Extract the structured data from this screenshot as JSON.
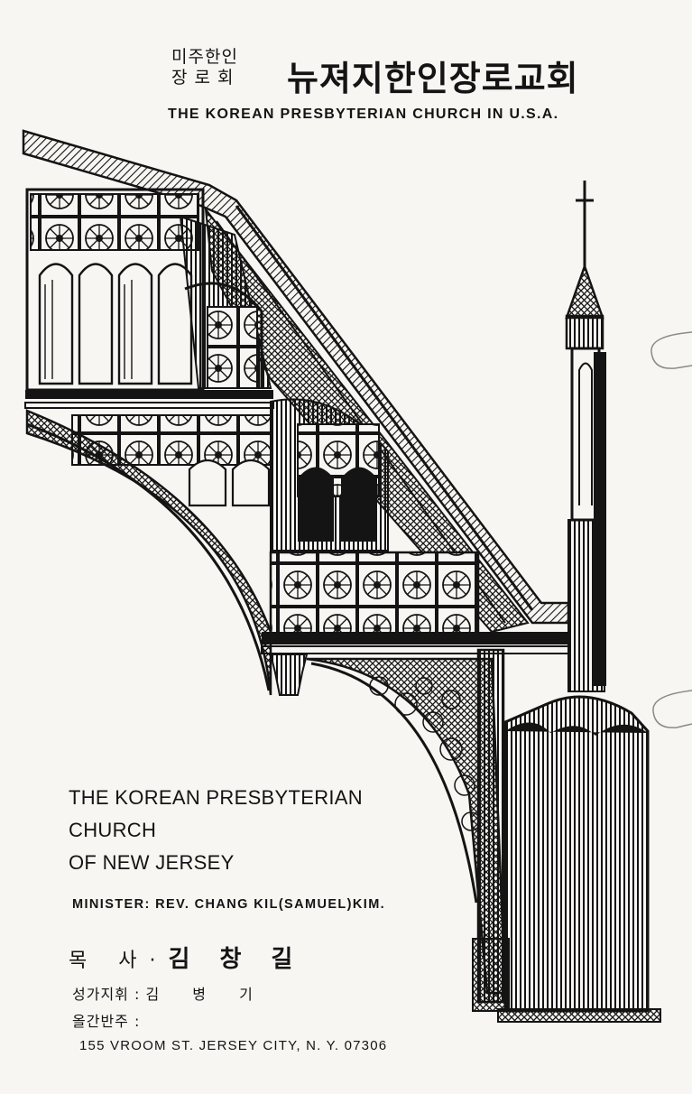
{
  "header": {
    "sub_line1": "미주한인",
    "sub_line2": "장 로 회",
    "korean_name": "뉴져지한인장로교회",
    "english_name": "THE KOREAN PRESBYTERIAN CHURCH IN U.S.A."
  },
  "church": {
    "line1": "THE KOREAN PRESBYTERIAN",
    "line2": "CHURCH",
    "line3": "OF NEW JERSEY"
  },
  "minister_line": "MINISTER: REV. CHANG KIL(SAMUEL)KIM.",
  "pastor": {
    "label": "목 사·",
    "name": "김 창 길"
  },
  "choir": {
    "label": "성가지휘 : ",
    "name": "김 병 기"
  },
  "organist": {
    "label": "올간반주 :"
  },
  "address": "155 VROOM ST. JERSEY CITY, N. Y. 07306",
  "icons": {
    "illustration": "pulpit-stair-icon",
    "spire": "cross-spire-icon"
  },
  "colors": {
    "ink": "#141414",
    "paper": "#f7f6f3"
  }
}
